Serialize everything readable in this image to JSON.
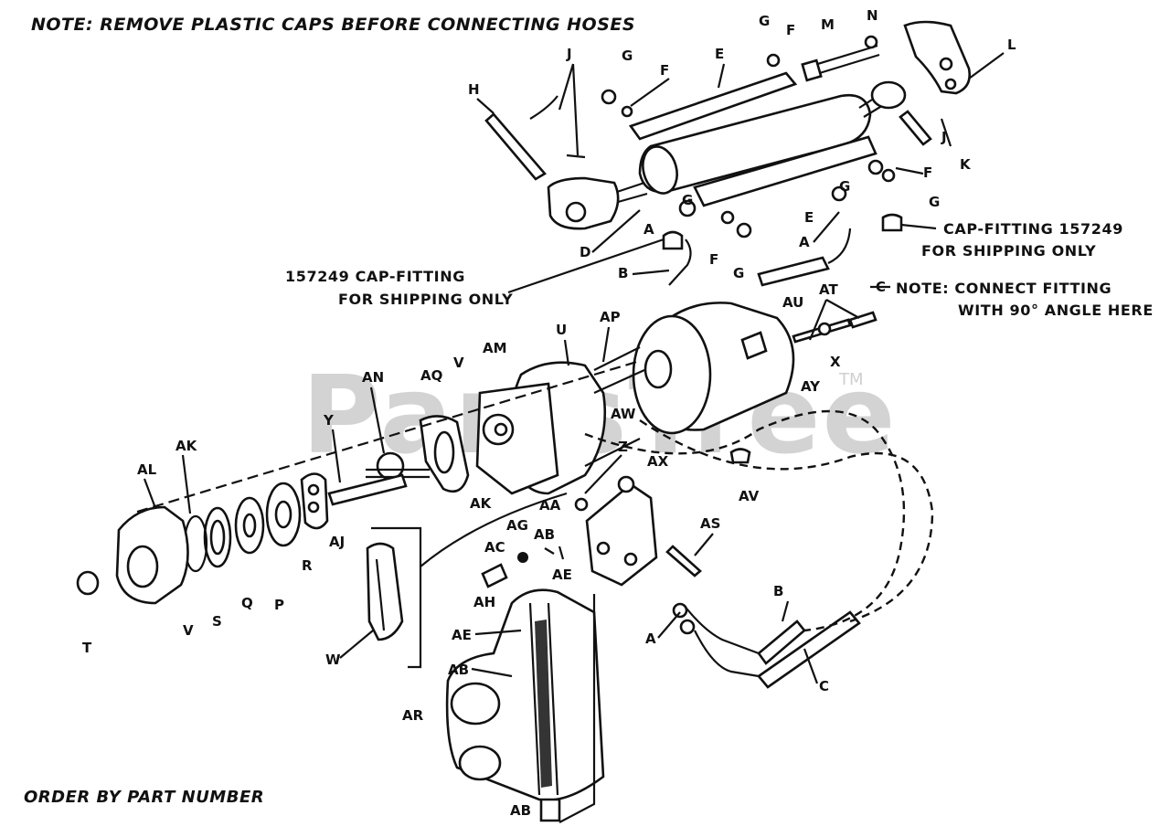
{
  "watermark": "PartsTree",
  "watermark_tm": "TM",
  "notes": {
    "top": "NOTE: REMOVE PLASTIC CAPS BEFORE CONNECTING HOSES",
    "bottom": "ORDER BY PART NUMBER"
  },
  "captions": {
    "cap_right_1": "CAP-FITTING 157249",
    "cap_right_2": "FOR SHIPPING ONLY",
    "cap_left_1": "157249 CAP-FITTING",
    "cap_left_2": "FOR SHIPPING ONLY",
    "connect_1": "NOTE: CONNECT FITTING",
    "connect_2": "WITH 90° ANGLE HERE"
  },
  "callouts": [
    {
      "id": "J",
      "text": "J"
    },
    {
      "id": "H",
      "text": "H"
    },
    {
      "id": "G",
      "text": "G"
    },
    {
      "id": "F",
      "text": "F"
    },
    {
      "id": "E",
      "text": "E"
    },
    {
      "id": "M",
      "text": "M"
    },
    {
      "id": "N",
      "text": "N"
    },
    {
      "id": "L",
      "text": "L"
    },
    {
      "id": "K",
      "text": "K"
    },
    {
      "id": "D",
      "text": "D"
    },
    {
      "id": "A",
      "text": "A"
    },
    {
      "id": "B",
      "text": "B"
    },
    {
      "id": "C",
      "text": "C"
    },
    {
      "id": "AU",
      "text": "AU"
    },
    {
      "id": "AT",
      "text": "AT"
    },
    {
      "id": "X",
      "text": "X"
    },
    {
      "id": "AY",
      "text": "AY"
    },
    {
      "id": "U",
      "text": "U"
    },
    {
      "id": "AP",
      "text": "AP"
    },
    {
      "id": "AM",
      "text": "AM"
    },
    {
      "id": "V",
      "text": "V"
    },
    {
      "id": "AQ",
      "text": "AQ"
    },
    {
      "id": "AN",
      "text": "AN"
    },
    {
      "id": "AW",
      "text": "AW"
    },
    {
      "id": "AX",
      "text": "AX"
    },
    {
      "id": "Z",
      "text": "Z"
    },
    {
      "id": "AV",
      "text": "AV"
    },
    {
      "id": "Y",
      "text": "Y"
    },
    {
      "id": "AL",
      "text": "AL"
    },
    {
      "id": "AK",
      "text": "AK"
    },
    {
      "id": "R",
      "text": "R"
    },
    {
      "id": "AJ",
      "text": "AJ"
    },
    {
      "id": "Q",
      "text": "Q"
    },
    {
      "id": "P",
      "text": "P"
    },
    {
      "id": "S",
      "text": "S"
    },
    {
      "id": "T",
      "text": "T"
    },
    {
      "id": "AA",
      "text": "AA"
    },
    {
      "id": "AG",
      "text": "AG"
    },
    {
      "id": "AB",
      "text": "AB"
    },
    {
      "id": "AC",
      "text": "AC"
    },
    {
      "id": "AE",
      "text": "AE"
    },
    {
      "id": "AH",
      "text": "AH"
    },
    {
      "id": "AS",
      "text": "AS"
    },
    {
      "id": "W",
      "text": "W"
    },
    {
      "id": "AR",
      "text": "AR"
    }
  ]
}
